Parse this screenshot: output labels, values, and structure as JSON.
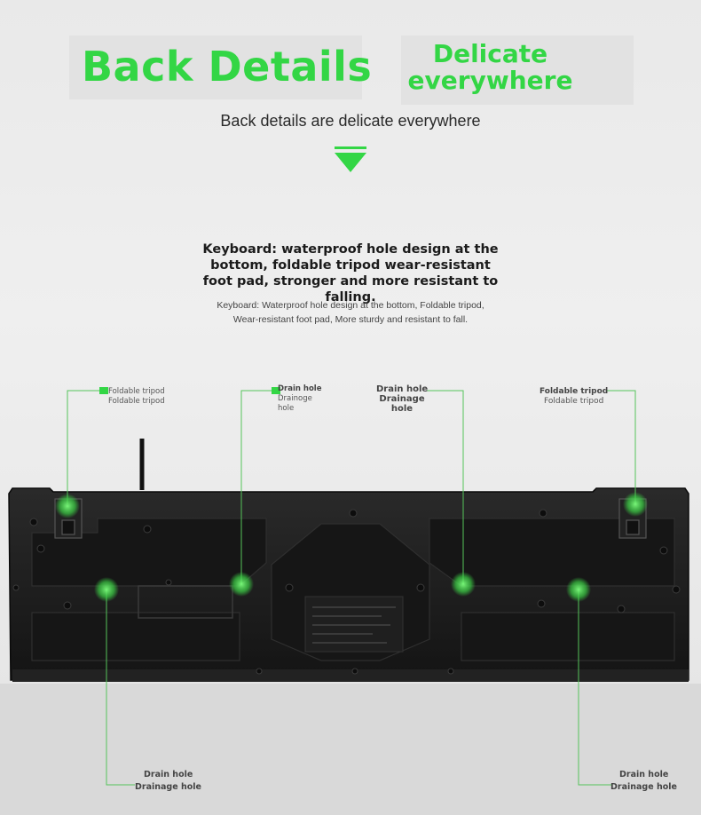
{
  "header": {
    "main_title": "Back Details",
    "side_title": "Delicate everywhere",
    "subtitle": "Back details are delicate everywhere"
  },
  "description": {
    "heading": "Keyboard: waterproof hole design at the bottom, foldable tripod wear-resistant foot pad, stronger and more resistant to falling.",
    "line1": "Keyboard: Waterproof hole design at the bottom, Foldable tripod,",
    "line2": "Wear-resistant foot pad, More sturdy and resistant to fall."
  },
  "callouts": {
    "left_tripod": {
      "line1": "Foldable tripod",
      "line2": "Foldable tripod"
    },
    "left_drain": {
      "line1": "Drain hole",
      "line2": "Drainoge",
      "line3": "hole"
    },
    "center_drain": {
      "line1": "Drain hole",
      "line2": "Drainage",
      "line3": "hole"
    },
    "right_tripod": {
      "line1": "Foldable tripod",
      "line2": "Foldable tripod"
    },
    "bottom_left_drain": {
      "line1": "Drain hole",
      "line2": "Drainage hole"
    },
    "bottom_right_drain": {
      "line1": "Drain hole",
      "line2": "Drainage hole"
    }
  },
  "colors": {
    "accent_green": "#33d645",
    "callout_line": "#55c45a",
    "keyboard_body": "#1c1c1c"
  }
}
